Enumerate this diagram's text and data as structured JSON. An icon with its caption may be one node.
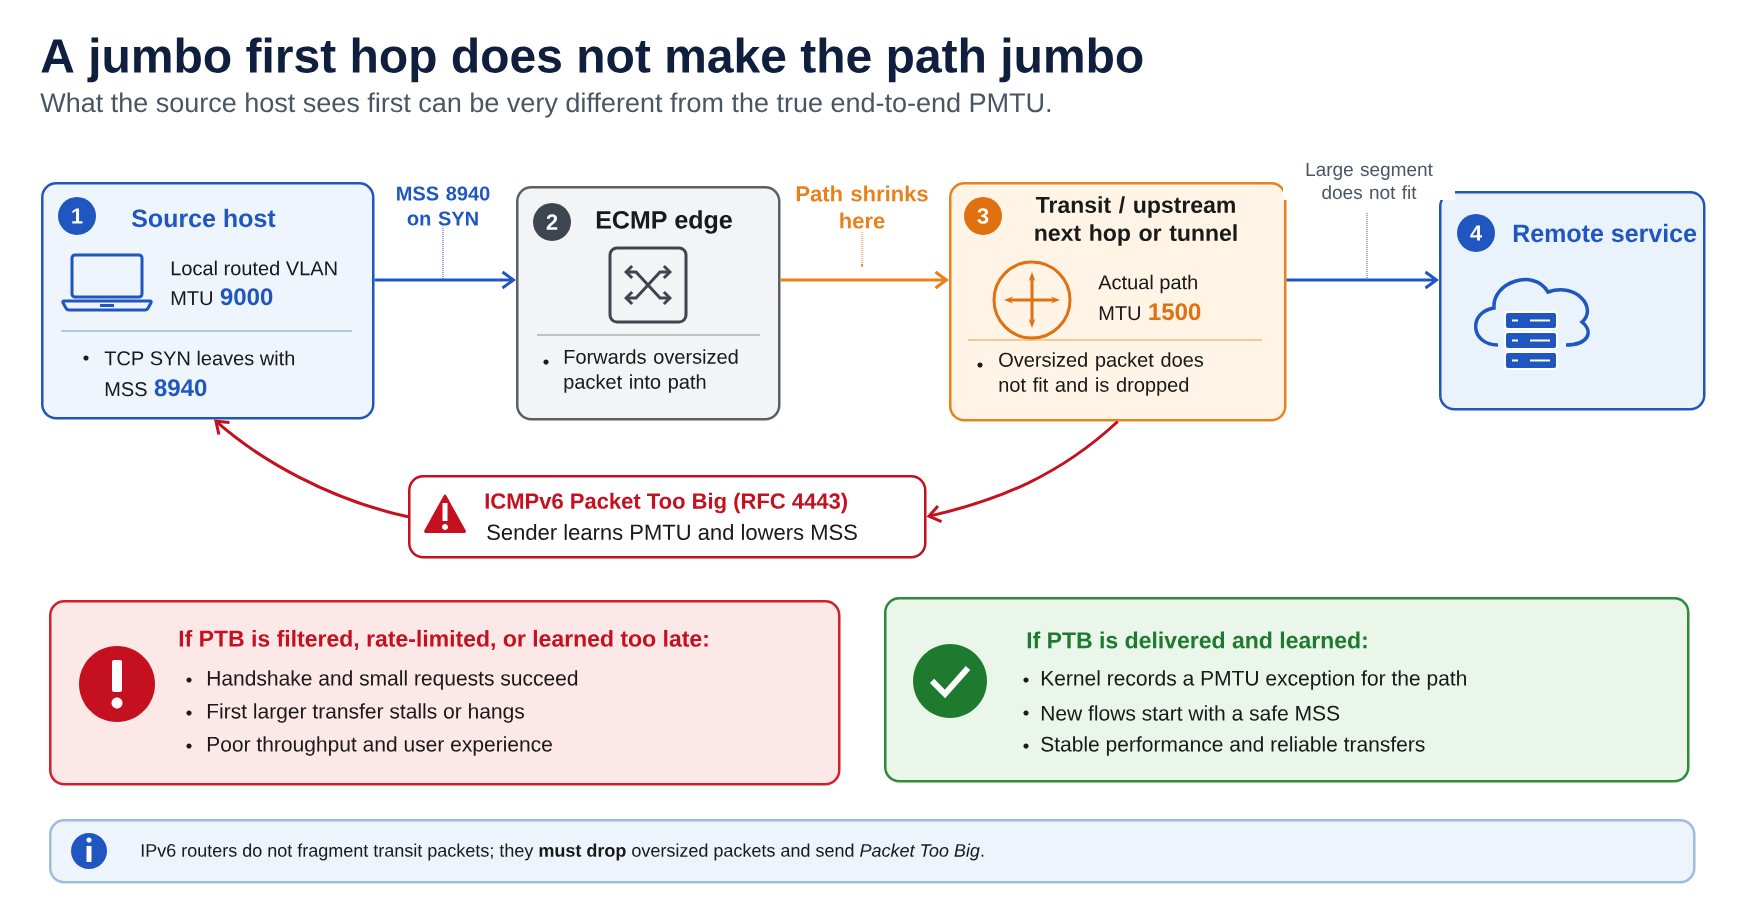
{
  "diagram": {
    "title": "A jumbo first hop does not make the path jumbo",
    "caption": "What the source host sees first can be very different from the true end-to-end PMTU.",
    "nodes": [
      {
        "text": [
          "1",
          "Source host",
          "Local routed VLAN",
          "MTU",
          "9000",
          "TCP SYN leaves with",
          "MSS",
          "8940"
        ]
      },
      {
        "text": [
          "2",
          "ECMP edge",
          "Forwards oversized packet into path"
        ]
      },
      {
        "text": [
          "3",
          "Transit / upstream next hop or tunnel",
          "Actual path",
          "MTU",
          "1500",
          "Oversized packet does not fit and is dropped"
        ]
      },
      {
        "text": [
          "4",
          "Remote service"
        ]
      },
      {
        "text": [
          "ICMPv6 Packet Too Big (RFC 4443)",
          "Sender learns PMTU and lowers MSS"
        ]
      },
      {
        "text": [
          "If PTB is filtered, rate-limited, or learned too late:",
          "Handshake and small requests succeed",
          "First larger transfer stalls or hangs",
          "Poor throughput and user experience"
        ]
      },
      {
        "text": [
          "If PTB is delivered and learned:",
          "Kernel records a PMTU exception for the path",
          "New flows start with a safe MSS",
          "Stable performance and reliable transfers"
        ]
      },
      {
        "text": [
          "IPv6 routers do not fragment transit packets; they **must drop** oversized packets and send *Packet Too Big*."
        ]
      }
    ],
    "edges": [
      {
        "from": 0,
        "to": 1,
        "arrow": "to",
        "label": "MSS 8940 on SYN",
        "color": "#1f56c0"
      },
      {
        "from": 1,
        "to": 2,
        "arrow": "to",
        "label": "Path shrinks here",
        "color": "#e8801c"
      },
      {
        "from": 2,
        "to": 3,
        "arrow": "to",
        "label": "Large segment does not fit",
        "color": "#1f56c0"
      },
      {
        "from": 2,
        "to": 4,
        "arrow": "to",
        "color": "#c4101f"
      },
      {
        "from": 4,
        "to": 0,
        "arrow": "to",
        "color": "#c4101f"
      }
    ]
  }
}
